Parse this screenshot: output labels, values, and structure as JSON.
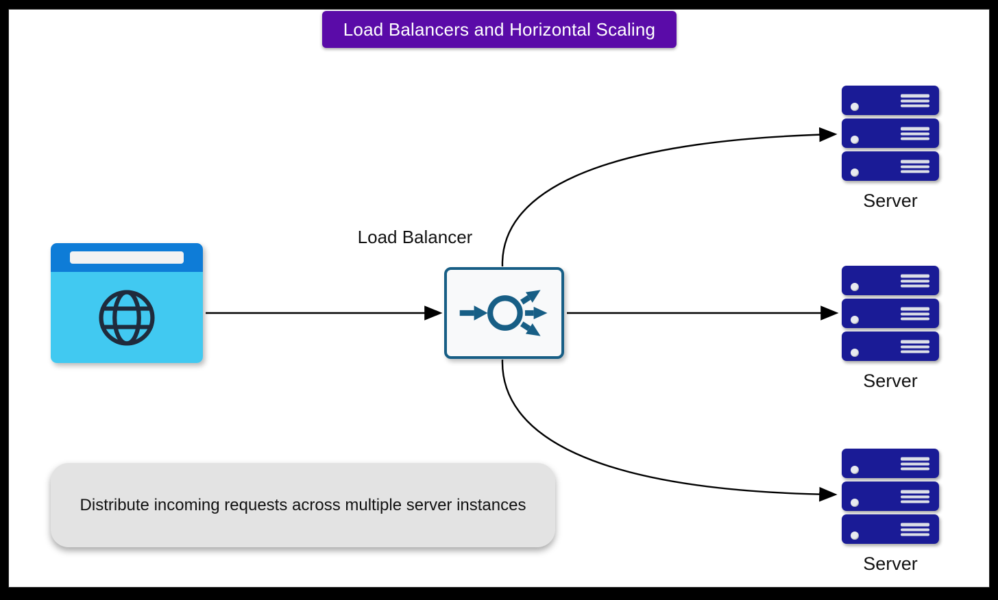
{
  "title": {
    "label": "Load Balancers and Horizontal Scaling"
  },
  "diagram": {
    "client": {
      "icon": "browser-globe-icon"
    },
    "load_balancer": {
      "label": "Load Balancer",
      "icon": "load-balancer-distribution-icon"
    },
    "server_stacks": [
      {
        "label": "Server",
        "units": 3
      },
      {
        "label": "Server",
        "units": 3
      },
      {
        "label": "Server",
        "units": 3
      }
    ],
    "caption": "Distribute incoming requests across multiple server instances",
    "connections": [
      {
        "from": "client",
        "to": "load-balancer",
        "style": "straight-arrow"
      },
      {
        "from": "load-balancer",
        "to": "server-stack-1",
        "style": "curved-arrow"
      },
      {
        "from": "load-balancer",
        "to": "server-stack-2",
        "style": "straight-arrow"
      },
      {
        "from": "load-balancer",
        "to": "server-stack-3",
        "style": "curved-arrow"
      }
    ]
  },
  "colors": {
    "banner_bg": "#5A0BA8",
    "banner_fg": "#FFFFFF",
    "browser_topbar": "#0E7CD7",
    "browser_body": "#41C9F1",
    "browser_addressbar": "#F2F2F2",
    "globe_stroke": "#1F2B3C",
    "lb_border": "#175E85",
    "lb_bg": "#F8F9FA",
    "server_navy": "#1A1B96",
    "server_detail": "#DDE0E8",
    "caption_bg": "#E3E3E3",
    "arrow": "#000000",
    "frame": "#000000",
    "canvas": "#FFFFFF"
  }
}
